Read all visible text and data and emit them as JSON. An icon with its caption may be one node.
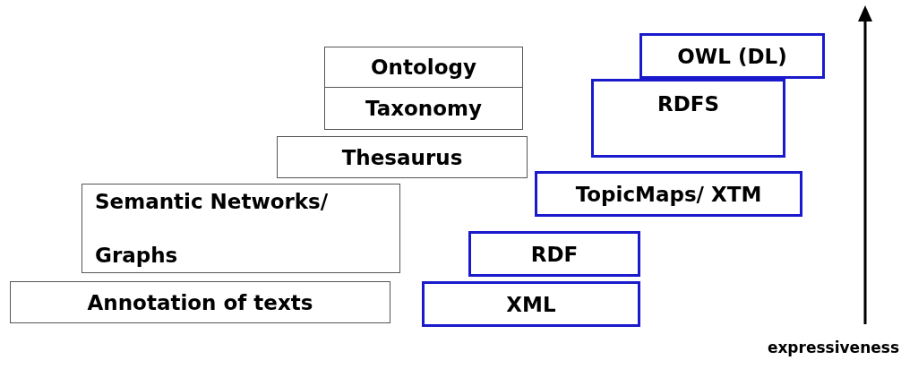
{
  "diagram": {
    "nodes": [
      {
        "text": [
          "Ontology"
        ]
      },
      {
        "text": [
          "OWL (DL)"
        ]
      },
      {
        "text": [
          "Taxonomy"
        ]
      },
      {
        "text": [
          "RDFS"
        ]
      },
      {
        "text": [
          "Thesaurus"
        ]
      },
      {
        "text": [
          "TopicMaps/ XTM"
        ]
      },
      {
        "text": [
          "Semantic Networks/ Graphs"
        ]
      },
      {
        "text": [
          "RDF"
        ]
      },
      {
        "text": [
          "Annotation of texts"
        ]
      },
      {
        "text": [
          "XML"
        ]
      }
    ],
    "edges": [],
    "labels": [
      "expressiveness"
    ]
  }
}
